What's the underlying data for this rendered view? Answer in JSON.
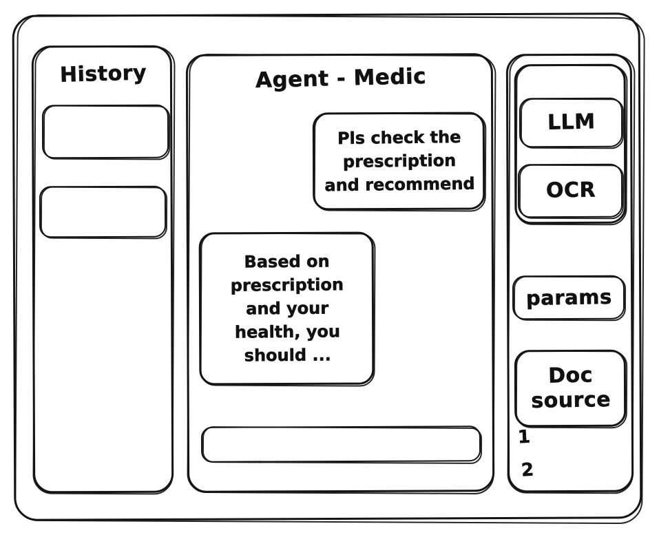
{
  "style": {
    "ink_color": "#141414",
    "background_color": "#ffffff",
    "render_style": "hand-drawn-wireframe"
  },
  "window": {
    "name": "agent-medic-wireframe"
  },
  "sidebar": {
    "title": "History",
    "items": [
      {
        "label": "",
        "name": "history-item-1"
      },
      {
        "label": "",
        "name": "history-item-2"
      }
    ]
  },
  "main": {
    "title": "Agent - Medic",
    "messages": [
      {
        "role": "user",
        "text": "Pls check the\nprescription\nand recommend"
      },
      {
        "role": "assistant",
        "text": "Based on\nprescription\nand your\nhealth, you\nshould ..."
      }
    ],
    "composer": {
      "value": "",
      "placeholder": ""
    }
  },
  "tools": {
    "model_group": [
      {
        "label": "LLM"
      },
      {
        "label": "OCR"
      }
    ],
    "params_button": "params",
    "doc_source": {
      "label": "Doc\nsource",
      "items": [
        "1",
        "2"
      ]
    }
  }
}
